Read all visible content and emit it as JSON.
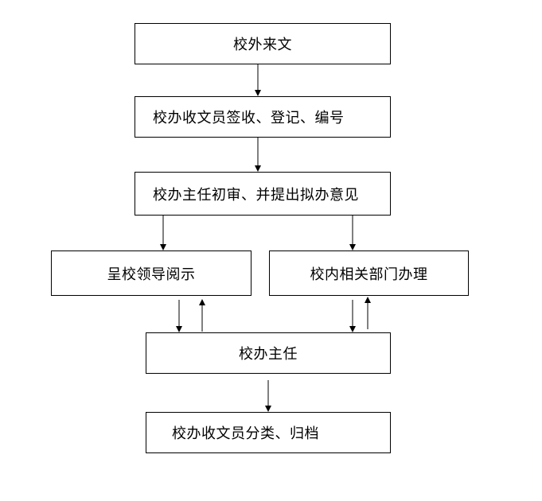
{
  "flowchart": {
    "nodes": [
      {
        "id": "external-doc",
        "label": "校外来文"
      },
      {
        "id": "clerk-receive",
        "label": "校办收文员签收、登记、编号"
      },
      {
        "id": "director-review",
        "label": "校办主任初审、并提出拟办意见"
      },
      {
        "id": "leader-review",
        "label": "呈校领导阅示"
      },
      {
        "id": "dept-handle",
        "label": "校内相关部门办理"
      },
      {
        "id": "director",
        "label": "校办主任"
      },
      {
        "id": "clerk-archive",
        "label": "校办收文员分类、归档"
      }
    ],
    "edges": [
      {
        "from": "external-doc",
        "to": "clerk-receive"
      },
      {
        "from": "clerk-receive",
        "to": "director-review"
      },
      {
        "from": "director-review",
        "to": "leader-review"
      },
      {
        "from": "director-review",
        "to": "dept-handle"
      },
      {
        "from": "leader-review",
        "to": "director"
      },
      {
        "from": "director",
        "to": "leader-review"
      },
      {
        "from": "dept-handle",
        "to": "director"
      },
      {
        "from": "director",
        "to": "dept-handle"
      },
      {
        "from": "director",
        "to": "clerk-archive"
      }
    ],
    "line_color": "#000000"
  }
}
